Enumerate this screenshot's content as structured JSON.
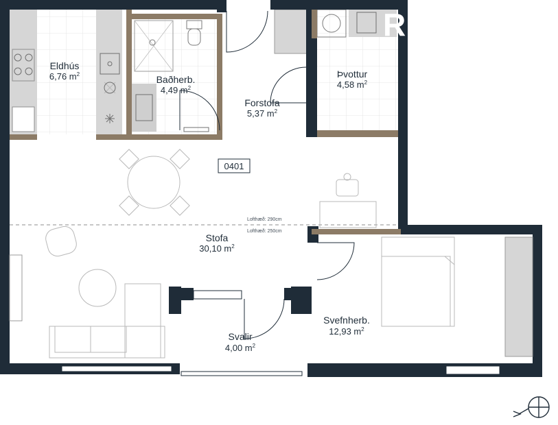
{
  "brand": {
    "logo_letter": "R"
  },
  "unit_number": "0401",
  "ceiling_heights": {
    "upper": "Lofthæð: 290cm",
    "lower": "Lofthæð: 250cm"
  },
  "rooms": [
    {
      "id": "eldhus",
      "name": "Eldhús",
      "area": "6,76 m",
      "sup": "2"
    },
    {
      "id": "badherb",
      "name": "Baðherb.",
      "area": "4,49 m",
      "sup": "2"
    },
    {
      "id": "forstofa",
      "name": "Forstofa",
      "area": "5,37 m",
      "sup": "2"
    },
    {
      "id": "thvottur",
      "name": "Þvottur",
      "area": "4,58 m",
      "sup": "2"
    },
    {
      "id": "stofa",
      "name": "Stofa",
      "area": "30,10 m",
      "sup": "2"
    },
    {
      "id": "svefnherb",
      "name": "Svefnherb.",
      "area": "12,93 m",
      "sup": "2"
    },
    {
      "id": "svalir",
      "name": "Svalir",
      "area": "4,00 m",
      "sup": "2"
    }
  ],
  "colors": {
    "wall": "#1f2c38",
    "wood": "#8c7b66",
    "tile": "#d6d6d6",
    "furniture": "#b8b8b8"
  },
  "icons": [
    "compass-north-icon"
  ]
}
